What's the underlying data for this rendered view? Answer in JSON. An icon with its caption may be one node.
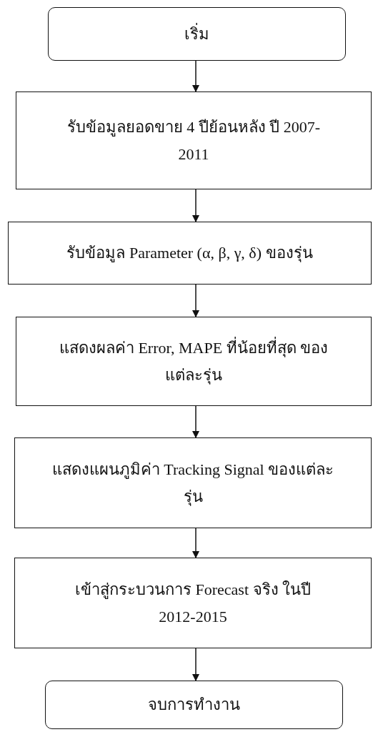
{
  "diagram": {
    "nodes": [
      {
        "text": [
          "เริ่ม"
        ]
      },
      {
        "text": [
          "รับข้อมูลยอดขาย 4 ปีย้อนหลัง ปี 2007-2011"
        ]
      },
      {
        "text": [
          "รับข้อมูล Parameter (α, β, γ, δ) ของรุ่น"
        ]
      },
      {
        "text": [
          "แสดงผลค่า Error, MAPE ที่น้อยที่สุด ของแต่ละรุ่น"
        ]
      },
      {
        "text": [
          "แสดงแผนภูมิค่า Tracking Signal ของแต่ละรุ่น"
        ]
      },
      {
        "text": [
          "เข้าสู่กระบวนการ Forecast จริง ในปี 2012-2015"
        ]
      },
      {
        "text": [
          "จบการทำงาน"
        ]
      }
    ],
    "edges": [
      {
        "from": 0,
        "to": 1,
        "arrow": "to"
      },
      {
        "from": 1,
        "to": 2,
        "arrow": "to"
      },
      {
        "from": 2,
        "to": 3,
        "arrow": "to"
      },
      {
        "from": 3,
        "to": 4,
        "arrow": "to"
      },
      {
        "from": 4,
        "to": 5,
        "arrow": "to"
      },
      {
        "from": 5,
        "to": 6,
        "arrow": "to"
      }
    ]
  }
}
